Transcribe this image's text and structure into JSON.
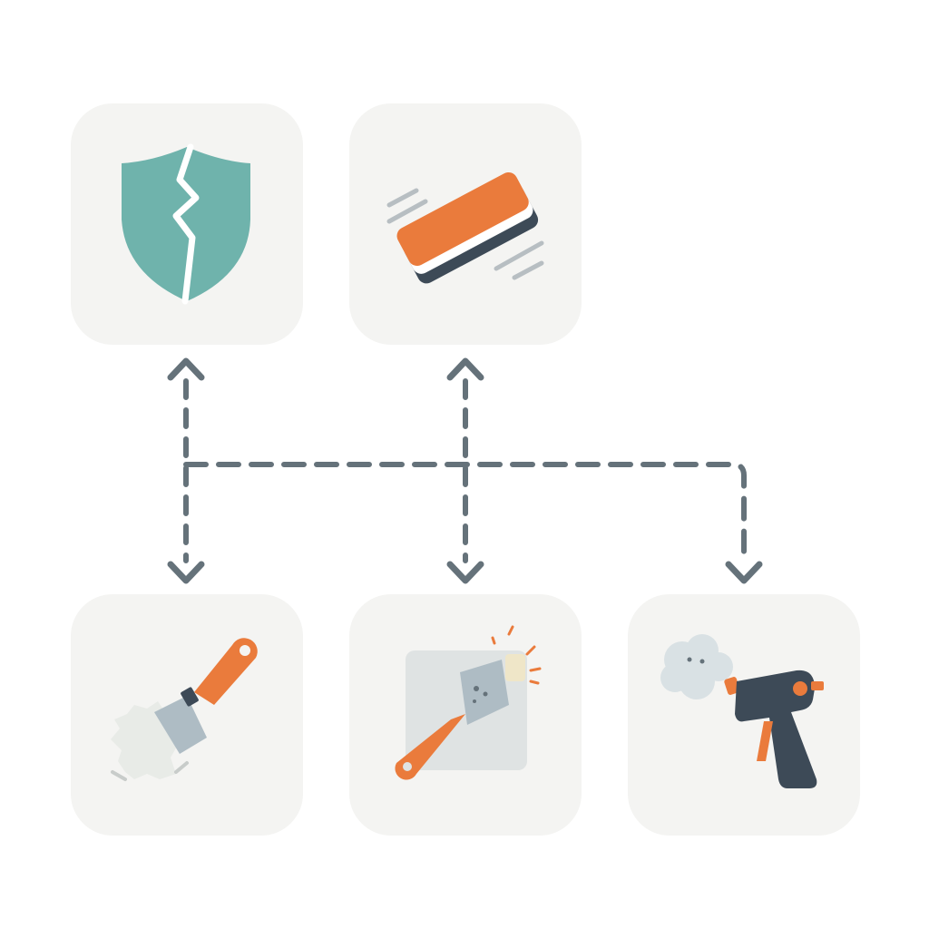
{
  "diagram": {
    "nodes": [
      {
        "id": "damaged-coating",
        "icon": "cracked-shield-icon"
      },
      {
        "id": "sanding",
        "icon": "sanding-block-icon"
      },
      {
        "id": "scraping",
        "icon": "scraper-icon"
      },
      {
        "id": "patching",
        "icon": "putty-knife-icon"
      },
      {
        "id": "spray-coating",
        "icon": "spray-gun-icon"
      }
    ],
    "connectors": {
      "style": "dashed",
      "arrows": "bidirectional-and-down"
    },
    "colors": {
      "tile": "#f4f4f2",
      "connector": "#65727a",
      "teal": "#6fb3ac",
      "orange": "#ea7b3c",
      "slate": "#3d4a57",
      "steel": "#aebcc4"
    }
  }
}
